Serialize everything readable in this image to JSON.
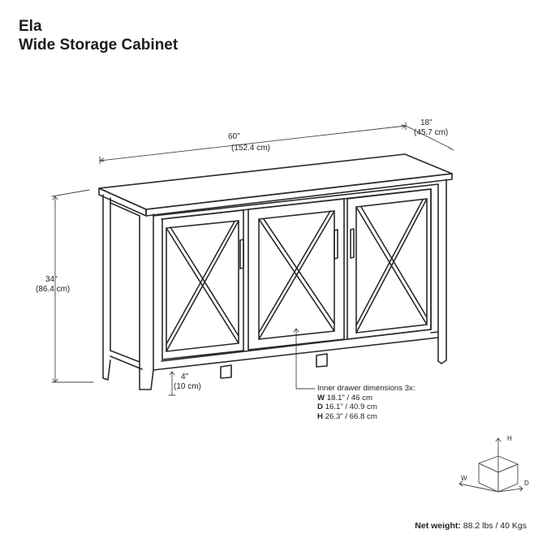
{
  "product": {
    "name": "Ela",
    "subtitle": "Wide Storage Cabinet"
  },
  "dimensions": {
    "width_in": "60\"",
    "width_cm": "(152.4 cm)",
    "depth_in": "18\"",
    "depth_cm": "(45.7 cm)",
    "height_in": "34\"",
    "height_cm": "(86.4 cm)",
    "leg_in": "4\"",
    "leg_cm": "(10 cm)"
  },
  "inner_drawer": {
    "heading": "Inner drawer dimensions 3x:",
    "w_label": "W",
    "w_value": "18.1\" / 46 cm",
    "d_label": "D",
    "d_value": "16.1\" / 40.9 cm",
    "h_label": "H",
    "h_value": "26.3\" / 66.8 cm"
  },
  "weight": {
    "label": "Net weight:",
    "value": "88.2 lbs / 40 Kgs"
  },
  "axes": {
    "h": "H",
    "w": "W",
    "d": "D"
  },
  "colors": {
    "line": "#2a2a2a",
    "dim_line": "#444444"
  }
}
